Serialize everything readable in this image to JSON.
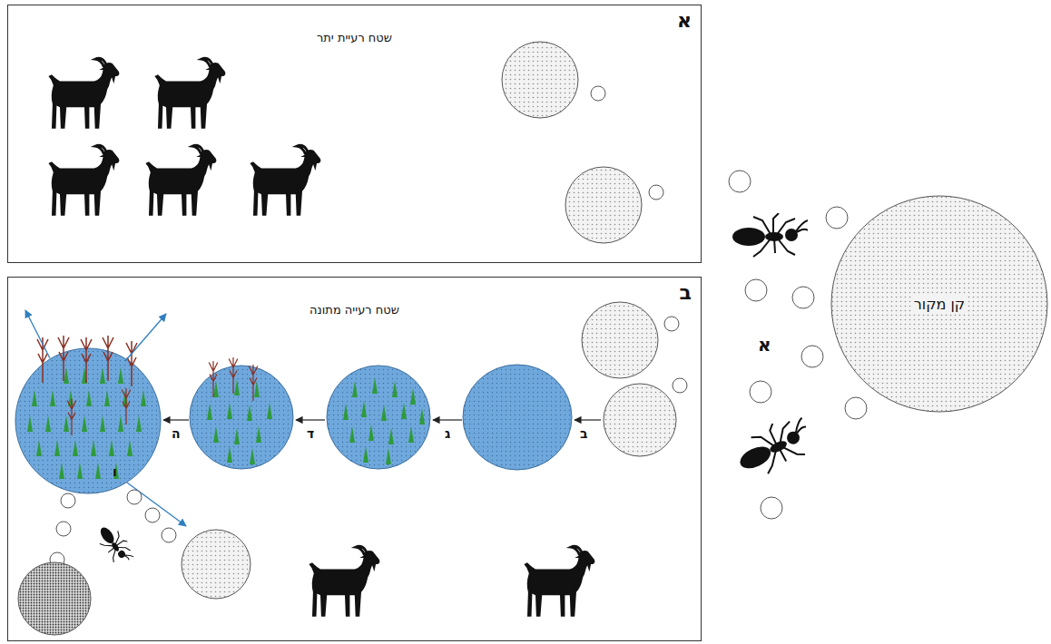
{
  "diagram": {
    "nodes": [
      {
        "text": [
          "א",
          "שטח רעיית יתר"
        ]
      },
      {
        "text": [
          "ב",
          "שטח רעייה מתונה"
        ]
      },
      {
        "text": [
          "קן מקור"
        ]
      }
    ],
    "labels": [
      "ב",
      "ג",
      "ד",
      "ה",
      "ו",
      "א"
    ]
  }
}
